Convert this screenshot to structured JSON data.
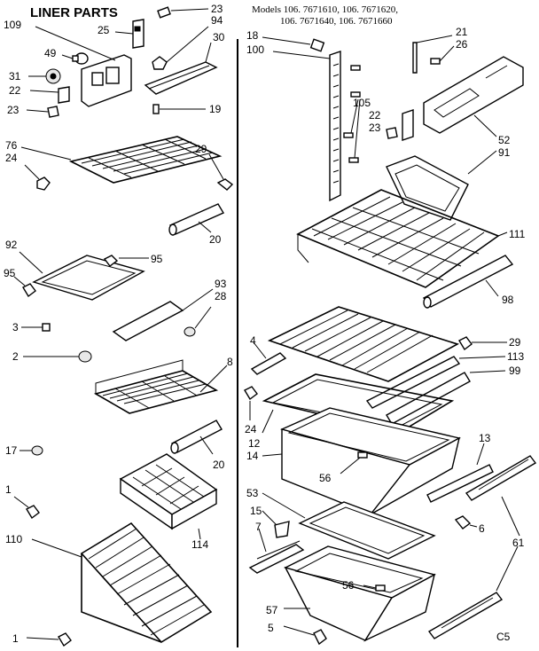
{
  "title": "LINER PARTS",
  "models": {
    "line1": "Models 106. 7671610, 106. 7671620,",
    "line2": "106. 7671640, 106. 7671660"
  },
  "corner_code": "C5",
  "callouts": {
    "n1a": "1",
    "n1b": "1",
    "n2": "2",
    "n3": "3",
    "n4": "4",
    "n5": "5",
    "n6": "6",
    "n7": "7",
    "n8": "8",
    "n12": "12",
    "n13": "13",
    "n14": "14",
    "n15": "15",
    "n17": "17",
    "n18": "18",
    "n19": "19",
    "n20a": "20",
    "n20b": "20",
    "n21": "21",
    "n22a": "22",
    "n22b": "22",
    "n23a": "23",
    "n23b": "23",
    "n23c": "23",
    "n24a": "24",
    "n24b": "24",
    "n25": "25",
    "n26": "26",
    "n28": "28",
    "n29a": "29",
    "n29b": "29",
    "n30": "30",
    "n31": "31",
    "n49": "49",
    "n52": "52",
    "n53": "53",
    "n56a": "56",
    "n56b": "56",
    "n57": "57",
    "n61": "61",
    "n76": "76",
    "n91": "91",
    "n92": "92",
    "n93": "93",
    "n94": "94",
    "n95a": "95",
    "n95b": "95",
    "n98": "98",
    "n99": "99",
    "n100": "100",
    "n105": "105",
    "n109": "109",
    "n110": "110",
    "n111": "111",
    "n113": "113",
    "n114": "114"
  }
}
